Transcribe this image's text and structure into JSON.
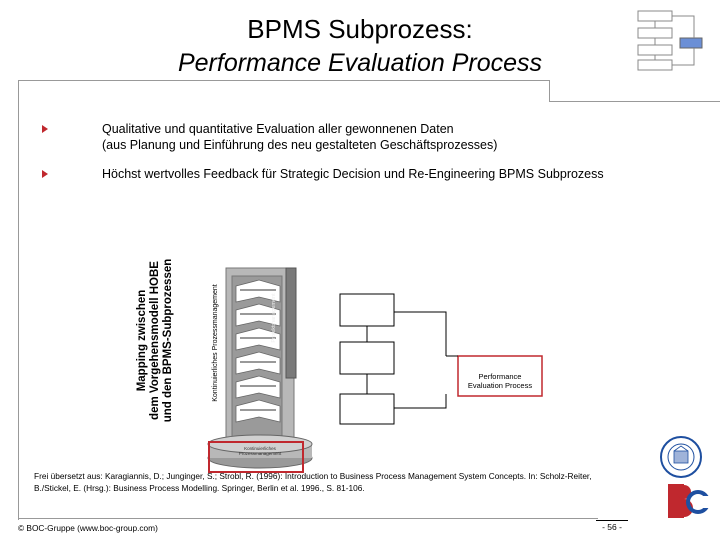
{
  "header": {
    "title_line1": "BPMS Subprozess:",
    "title_line2": "Performance Evaluation Process"
  },
  "bullets": [
    {
      "line1": "Qualitative und quantitative Evaluation aller gewonnenen Daten",
      "line2": "(aus Planung und Einführung des neu gestalteten Geschäftsprozesses)"
    },
    {
      "line1": "Höchst wertvolles Feedback für Strategic Decision und Re-Engineering BPMS Subprozess",
      "line2": ""
    }
  ],
  "side_label": {
    "line1": "Mapping zwischen",
    "line2": "dem Vorgehensmodell HOBE",
    "line3": "und den BPMS-Subprozessen"
  },
  "diagram": {
    "rotated_label": "Kontinuierliches Prozessmanagement",
    "right_label": "Projektmanagement",
    "bottom_label": "Kontinuierliches Prozessmanagement",
    "performance_label_line1": "Performance",
    "performance_label_line2": "Evaluation Process"
  },
  "reference": {
    "line1": "Frei übersetzt aus: Karagiannis, D.; Junginger, S.; Strobl, R. (1996): Introduction to Business Process Management System Concepts. In: Scholz-Reiter,",
    "line2": "B./Stickel, E. (Hrsg.): Business Process Modelling. Springer, Berlin et al. 1996., S. 81-106."
  },
  "footer": {
    "copyright": "© BOC-Gruppe (www.boc-group.com)",
    "page": "- 56 -"
  },
  "colors": {
    "bullet": "#c0282e",
    "highlight": "#c0282e",
    "logo_blue": "#1e4fa0",
    "logo_red": "#c0282e"
  }
}
